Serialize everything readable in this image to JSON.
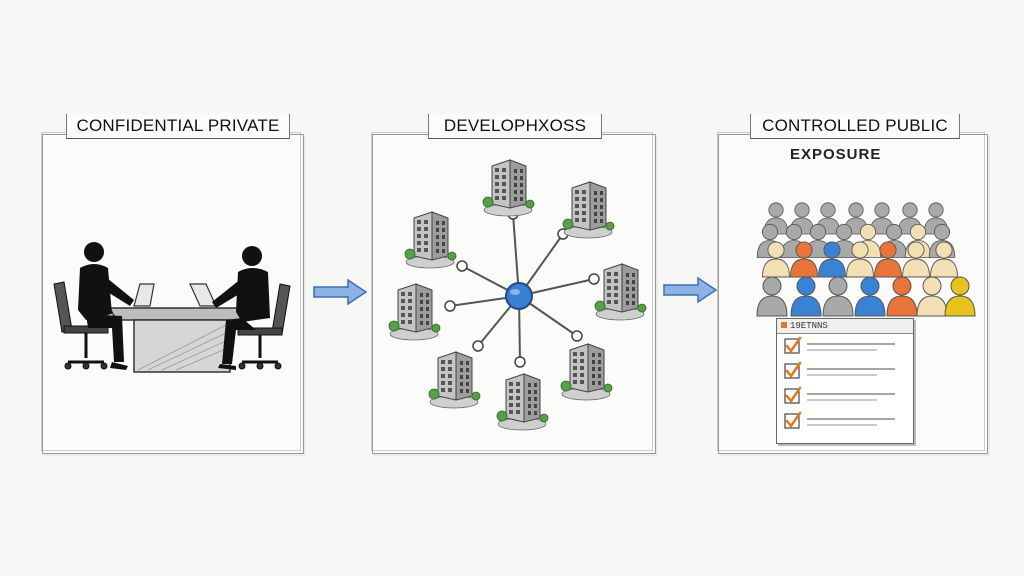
{
  "panels": [
    {
      "title": "CONFIDENTIAL PRIVATE"
    },
    {
      "title": "DEVELOPHXOSS"
    },
    {
      "title": "CONTROLLED PUBLIC",
      "subtitle": "EXPOSURE"
    }
  ],
  "checklist": {
    "header": "19ETNNS",
    "item_count": 4
  },
  "colors": {
    "arrow": "#5b8fd6",
    "hub": "#3a7fd0",
    "check": "#e07a1f",
    "orange_person": "#e8743b",
    "blue_person": "#3c82d4",
    "yellow_person": "#e8c31e",
    "cream_person": "#f3dfb4",
    "gray_person": "#a9a9a9"
  }
}
